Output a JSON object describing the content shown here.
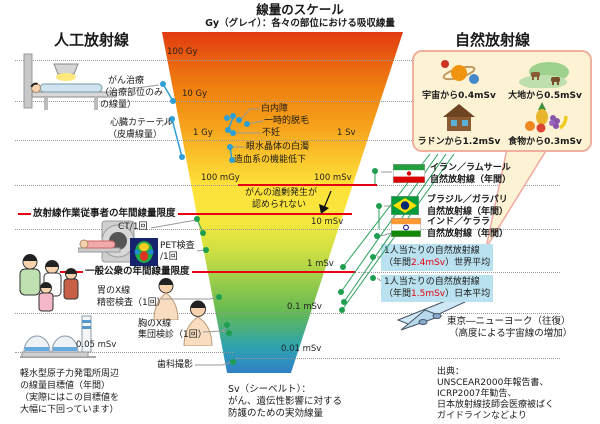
{
  "header": {
    "title": "線量のスケール",
    "subtitle": "Gy（グレイ）：各々の部位における吸収線量"
  },
  "scale": {
    "gy_labels": [
      "100 Gy",
      "10 Gy",
      "1 Gy",
      "100 mGy"
    ],
    "sv_labels": [
      "1 Sv",
      "100 mSv",
      "10 mSv",
      "1 mSv",
      "0.1 mSv",
      "0.01 mSv"
    ],
    "left_small_label": "0.05 mSv"
  },
  "left_column": {
    "heading": "人工放射線",
    "cancer_therapy": [
      "がん治療",
      "（治療部位のみ",
      "の線量）"
    ],
    "cardiac_catheter": [
      "心臓カテーテル",
      "（皮膚線量）"
    ],
    "worker_limit": "放射線作業従事者の年間線量限度",
    "ct_label": "CT/1回",
    "pet_label": [
      "PET検査",
      "/1回"
    ],
    "public_limit": "一般公衆の年間線量限度",
    "stomach_xray": [
      "胃のX線",
      "精密検査（1回）"
    ],
    "chest_xray": [
      "胸のX線",
      "集団検診（1回）"
    ],
    "dental_label": "歯科撮影",
    "plant_note": [
      "軽水型原子力発電所周辺",
      "の線量目標値（年間）",
      "（実際にはこの目標値を",
      "大幅に下回っています）"
    ]
  },
  "funnel": {
    "effects": [
      "白内障",
      "一時的脱毛",
      "不妊",
      "眼水晶体の白濁",
      "造血系の機能低下"
    ],
    "cancer_note": [
      "がんの過剰発生が",
      "認められない"
    ],
    "sv_note": [
      "Sv（シーベルト）：",
      "がん、遺伝性影響に対する",
      "防護のための実効線量"
    ]
  },
  "right_column": {
    "heading": "自然放射線",
    "natural_sources": [
      {
        "icon": "cosmos-icon",
        "label": "宇宙から0.4mSv"
      },
      {
        "icon": "earth-icon",
        "label": "大地から0.5mSv"
      },
      {
        "icon": "radon-house-icon",
        "label": "ラドンから1.2mSv"
      },
      {
        "icon": "food-icon",
        "label": "食物から0.3mSv"
      }
    ],
    "countries": [
      {
        "flag": "iran-flag",
        "name": "イラン／ラムサール",
        "desc": "自然放射線（年間）"
      },
      {
        "flag": "brazil-flag",
        "name": "ブラジル／ガラパリ",
        "desc": "自然放射線（年間）"
      },
      {
        "flag": "india-flag",
        "name": "インド／ケララ",
        "desc": "自然放射線（年間）"
      }
    ],
    "averages": [
      {
        "line1": "1人当たりの自然放射線",
        "pre": "（年間",
        "value": "2.4mSv",
        "post": "）世界平均"
      },
      {
        "line1": "1人当たりの自然放射線",
        "pre": "（年間",
        "value": "1.5mSv",
        "post": "）日本平均"
      }
    ],
    "flight_note": [
      "東京―ニューヨーク（往復）",
      "（高度による宇宙線の増加）"
    ],
    "sources_note": [
      "出典：",
      "UNSCEAR2000年報告書、",
      "ICRP2007年勧告、",
      "日本放射線技師会医療被ばく",
      "ガイドラインなどより"
    ]
  },
  "colors": {
    "limit_red": "#e60012",
    "dot_blue": "#2e9fd4",
    "dot_green": "#1f9e50",
    "funnel_top_red": "#e13a10",
    "funnel_bottom_blue": "#2f7fc4",
    "natural_box_cream": "#fdf3d4",
    "average_box_blue": "#b9e1ef"
  },
  "illustrations": [
    "radiotherapy-bed",
    "ct-scanner",
    "pet-scan-brain",
    "family-group",
    "stomach-xray-torso",
    "chest-xray-torso",
    "nuclear-plant",
    "airplane"
  ]
}
